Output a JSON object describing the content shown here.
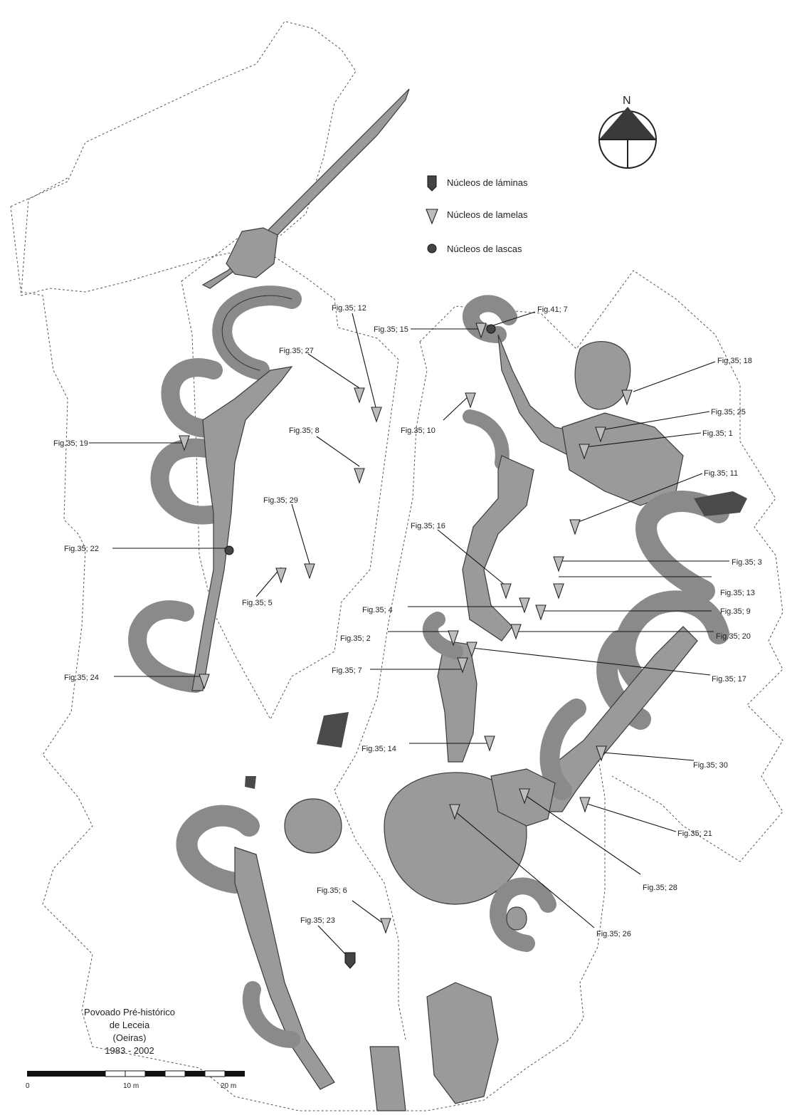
{
  "legend": {
    "items": [
      {
        "symbol": "blade-core-icon",
        "label": "Núcleos de láminas"
      },
      {
        "symbol": "bladelet-core-icon",
        "label": "Núcleos de lamelas"
      },
      {
        "symbol": "flake-core-icon",
        "label": "Núcleos de lascas"
      }
    ]
  },
  "compass": {
    "label": "N"
  },
  "site_title": {
    "line1": "Povoado Pré-histórico",
    "line2": "de Leceia",
    "line3": "(Oeiras)",
    "line4": "1983 - 2002"
  },
  "scale_bar": {
    "labels": [
      "0",
      "10 m",
      "20 m"
    ]
  },
  "figure_labels": [
    "Fig.35; 12",
    "Fig.35; 15",
    "Fig.41; 7",
    "Fig.35; 27",
    "Fig.35; 18",
    "Fig.35; 10",
    "Fig.35; 25",
    "Fig.35; 1",
    "Fig.35; 19",
    "Fig.35; 8",
    "Fig.35; 11",
    "Fig.35; 29",
    "Fig.35; 16",
    "Fig.35; 22",
    "Fig.35; 3",
    "Fig.35; 13",
    "Fig.35; 5",
    "Fig.35; 4",
    "Fig.35; 9",
    "Fig.35; 2",
    "Fig.35; 20",
    "Fig.35; 7",
    "Fig.35; 17",
    "Fig.35; 24",
    "Fig.35; 14",
    "Fig.35; 30",
    "Fig.35; 21",
    "Fig.35; 28",
    "Fig.35; 6",
    "Fig.35; 23",
    "Fig.35; 26"
  ]
}
